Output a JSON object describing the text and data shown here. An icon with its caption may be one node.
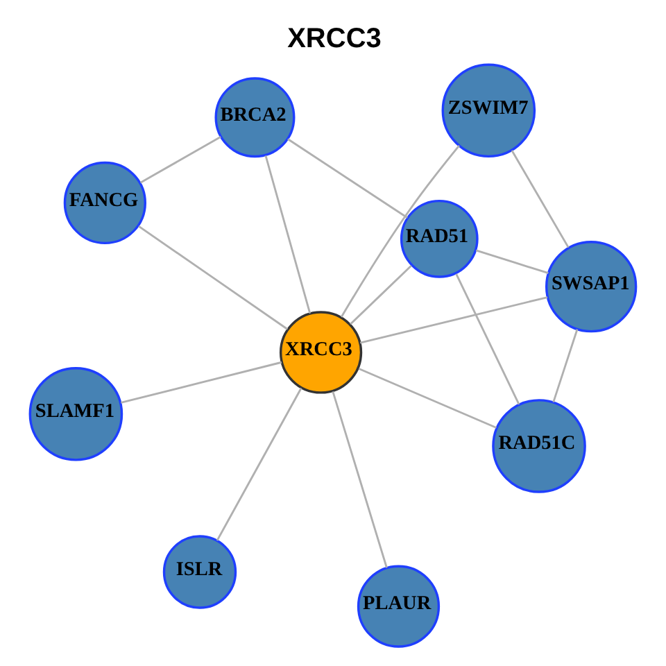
{
  "diagram": {
    "title": "XRCC3",
    "nodes": [
      {
        "text": [
          "FANCG"
        ]
      },
      {
        "text": [
          "BRCA2"
        ]
      },
      {
        "text": [
          "ISLR"
        ]
      },
      {
        "text": [
          "RAD51"
        ]
      },
      {
        "text": [
          "XRCC3"
        ]
      },
      {
        "text": [
          "ZSWIM7"
        ]
      },
      {
        "text": [
          "SLAMF1"
        ]
      },
      {
        "text": [
          "SWSAP1"
        ]
      },
      {
        "text": [
          "RAD51C"
        ]
      },
      {
        "text": [
          "PLAUR"
        ]
      }
    ],
    "edges": [
      {
        "from": 0,
        "to": 1,
        "arrow": "none"
      },
      {
        "from": 0,
        "to": 4,
        "arrow": "none"
      },
      {
        "from": 1,
        "to": 3,
        "arrow": "none"
      },
      {
        "from": 1,
        "to": 4,
        "arrow": "none"
      },
      {
        "from": 2,
        "to": 4,
        "arrow": "none"
      },
      {
        "from": 3,
        "to": 4,
        "arrow": "none"
      },
      {
        "from": 5,
        "to": 4,
        "arrow": "none"
      },
      {
        "from": 5,
        "to": 7,
        "arrow": "none"
      },
      {
        "from": 3,
        "to": 7,
        "arrow": "none"
      },
      {
        "from": 3,
        "to": 8,
        "arrow": "none"
      },
      {
        "from": 4,
        "to": 7,
        "arrow": "none"
      },
      {
        "from": 4,
        "to": 8,
        "arrow": "none"
      },
      {
        "from": 4,
        "to": 6,
        "arrow": "none"
      },
      {
        "from": 4,
        "to": 9,
        "arrow": "none"
      },
      {
        "from": 7,
        "to": 8,
        "arrow": "none"
      }
    ]
  }
}
